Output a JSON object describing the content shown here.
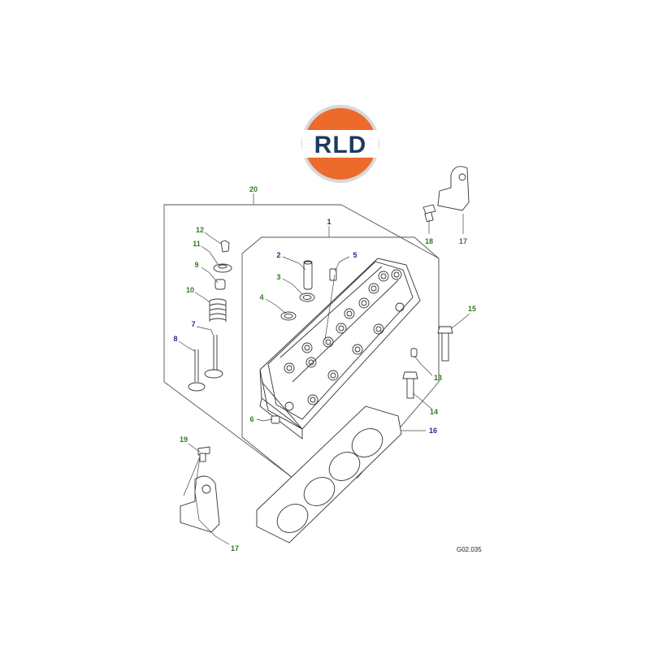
{
  "logo": {
    "text": "RLD",
    "colors": {
      "orange": "#ec6a2c",
      "ring": "#d8d8d8",
      "navy": "#1f3a5e",
      "white": "#ffffff"
    }
  },
  "diagram_ref": "G02.035",
  "callout_colors": {
    "green": "#2e7d1e",
    "blue": "#1c2f8c"
  },
  "callouts": [
    {
      "id": "c20",
      "label": "20",
      "color": "green"
    },
    {
      "id": "c1",
      "label": "1",
      "color": "blue"
    },
    {
      "id": "c2",
      "label": "2",
      "color": "blue"
    },
    {
      "id": "c3",
      "label": "3",
      "color": "green"
    },
    {
      "id": "c4",
      "label": "4",
      "color": "green"
    },
    {
      "id": "c5",
      "label": "5",
      "color": "blue"
    },
    {
      "id": "c6",
      "label": "6",
      "color": "green"
    },
    {
      "id": "c7",
      "label": "7",
      "color": "blue"
    },
    {
      "id": "c8",
      "label": "8",
      "color": "blue"
    },
    {
      "id": "c9",
      "label": "9",
      "color": "green"
    },
    {
      "id": "c10",
      "label": "10",
      "color": "green"
    },
    {
      "id": "c11",
      "label": "11",
      "color": "green"
    },
    {
      "id": "c12",
      "label": "12",
      "color": "green"
    },
    {
      "id": "c13",
      "label": "13",
      "color": "green"
    },
    {
      "id": "c14",
      "label": "14",
      "color": "green"
    },
    {
      "id": "c15",
      "label": "15",
      "color": "green"
    },
    {
      "id": "c16",
      "label": "16",
      "color": "blue"
    },
    {
      "id": "c17a",
      "label": "17",
      "color": "green"
    },
    {
      "id": "c17b",
      "label": "17",
      "color": "green"
    },
    {
      "id": "c18",
      "label": "18",
      "color": "green"
    },
    {
      "id": "c19",
      "label": "19",
      "color": "green"
    }
  ]
}
